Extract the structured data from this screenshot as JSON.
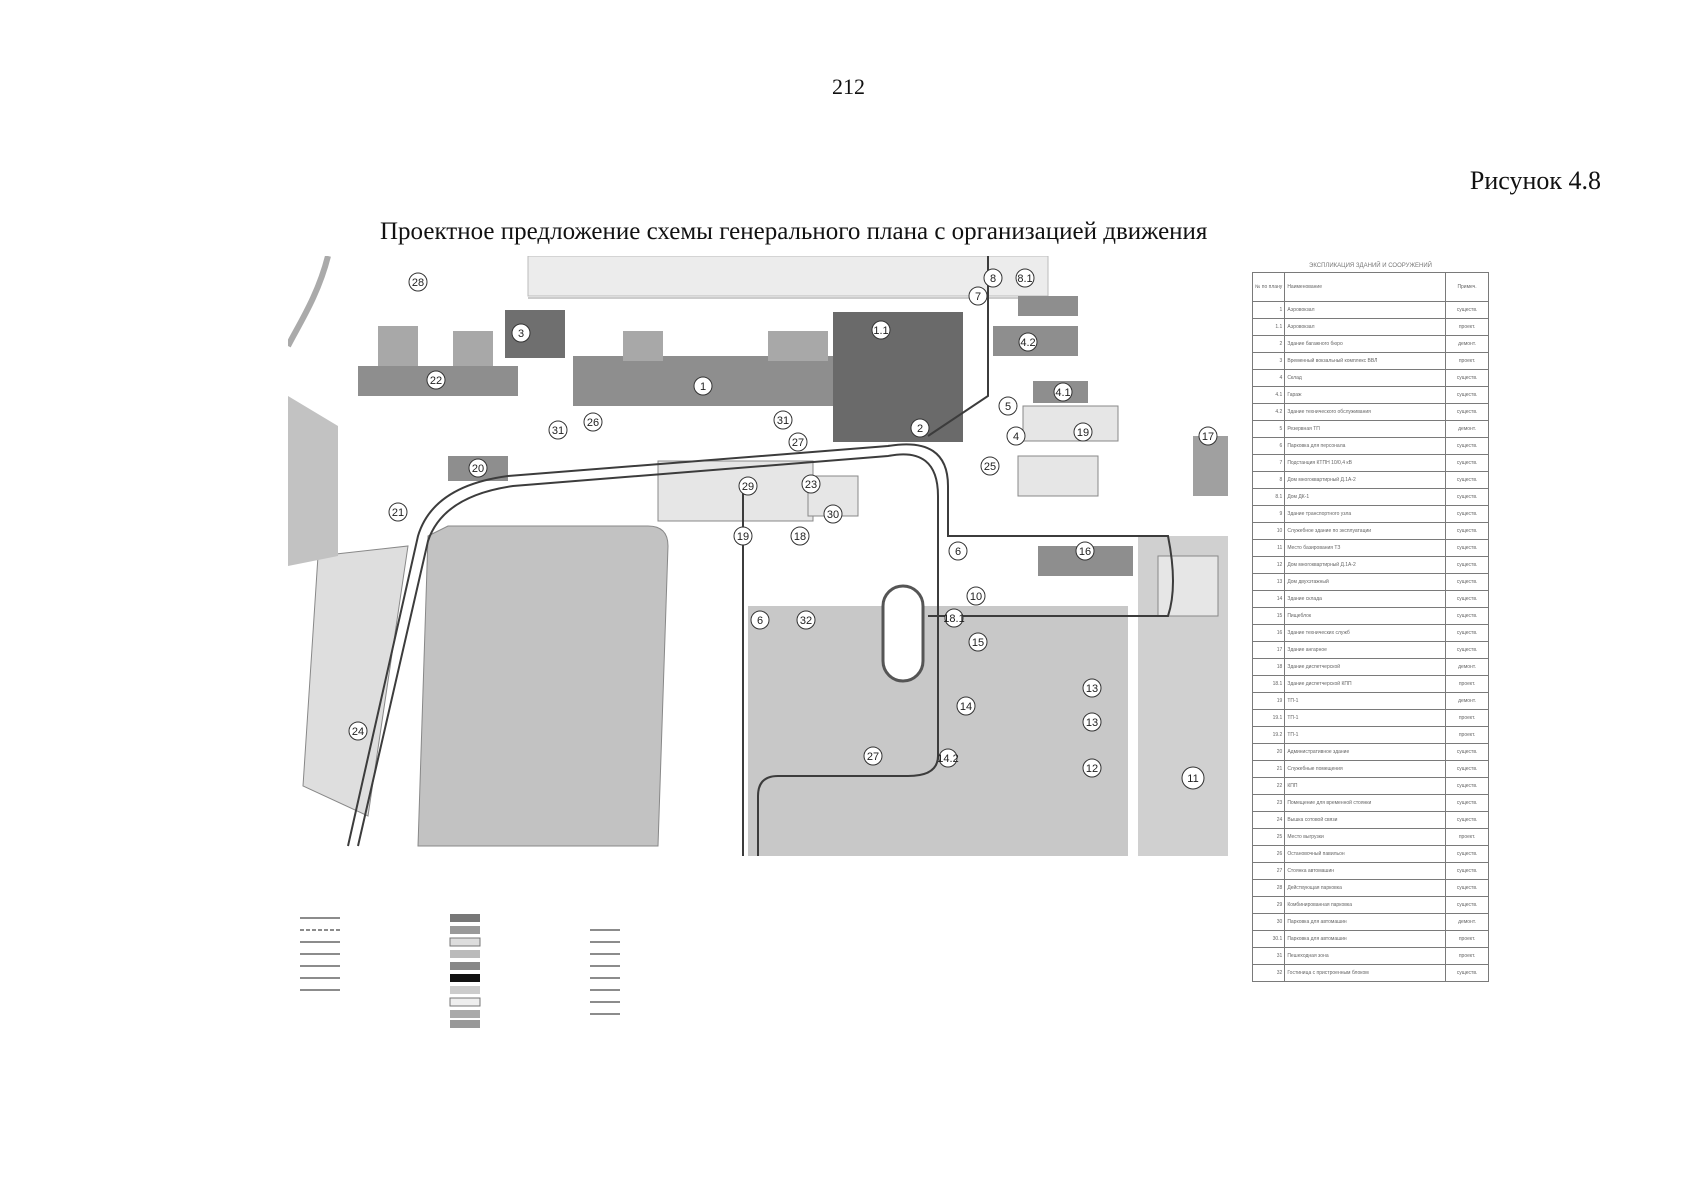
{
  "page": {
    "number": "212",
    "figure_label": "Рисунок 4.8",
    "caption": "Проектное предложение схемы генерального плана с организацией движения"
  },
  "plan": {
    "colors": {
      "building_dark": "#6f6f6f",
      "building_mid": "#8e8e8e",
      "area_light": "#c2c2c2",
      "area_lighter": "#d6d6d6",
      "road_line": "#3c3c3c",
      "label_circle": "#ffffff"
    },
    "labels": [
      "28",
      "3",
      "1.1",
      "4.2",
      "4.1",
      "22",
      "1",
      "31",
      "26",
      "27",
      "31",
      "2",
      "5",
      "8",
      "8.1",
      "7",
      "20",
      "23",
      "6",
      "25",
      "4",
      "19",
      "17",
      "21",
      "30",
      "29",
      "19",
      "18",
      "32",
      "16",
      "6",
      "10",
      "18.1",
      "15",
      "13",
      "13",
      "14",
      "24",
      "27",
      "14.2",
      "12",
      "11"
    ]
  },
  "explication": {
    "title": "ЭКСПЛИКАЦИЯ ЗДАНИЙ И СООРУЖЕНИЙ",
    "headers": [
      "№ по плану",
      "Наименование",
      "Примеч."
    ],
    "rows": [
      [
        "1",
        "Аэровокзал",
        "существ."
      ],
      [
        "1.1",
        "Аэровокзал",
        "проект."
      ],
      [
        "2",
        "Здание багажного бюро",
        "демонт."
      ],
      [
        "3",
        "Временный вокзальный комплекс ВВЛ",
        "проект."
      ],
      [
        "4",
        "Склад",
        "существ."
      ],
      [
        "4.1",
        "Гараж",
        "существ."
      ],
      [
        "4.2",
        "Здание технического обслуживания",
        "существ."
      ],
      [
        "5",
        "Резервная ТП",
        "демонт."
      ],
      [
        "6",
        "Парковка для персонала",
        "существ."
      ],
      [
        "7",
        "Подстанция КТПН 10/0,4 кВ",
        "существ."
      ],
      [
        "8",
        "Дом многоквартирный Д.1А-2",
        "существ."
      ],
      [
        "8.1",
        "Дом ДК-1",
        "существ."
      ],
      [
        "9",
        "Здание транспортного узла",
        "существ."
      ],
      [
        "10",
        "Служебное здание по эксплуатации",
        "существ."
      ],
      [
        "11",
        "Место базирования ТЗ",
        "существ."
      ],
      [
        "12",
        "Дом многоквартирный Д.1А-2",
        "существ."
      ],
      [
        "13",
        "Дом двухэтажный",
        "существ."
      ],
      [
        "14",
        "Здание склада",
        "существ."
      ],
      [
        "15",
        "Пищеблок",
        "существ."
      ],
      [
        "16",
        "Здание технических служб",
        "существ."
      ],
      [
        "17",
        "Здание ангарное",
        "существ."
      ],
      [
        "18",
        "Здание диспетчерской",
        "демонт."
      ],
      [
        "18.1",
        "Здание диспетчерской КПП",
        "проект."
      ],
      [
        "19",
        "ТП-1",
        "демонт."
      ],
      [
        "19.1",
        "ТП-1",
        "проект."
      ],
      [
        "19.2",
        "ТП-1",
        "проект."
      ],
      [
        "20",
        "Административное здание",
        "существ."
      ],
      [
        "21",
        "Служебные помещения",
        "существ."
      ],
      [
        "22",
        "КПП",
        "существ."
      ],
      [
        "23",
        "Помещение для временной стоянки",
        "существ."
      ],
      [
        "24",
        "Вышка сотовой связи",
        "существ."
      ],
      [
        "25",
        "Место выгрузки",
        "проект."
      ],
      [
        "26",
        "Остановочный павильон",
        "существ."
      ],
      [
        "27",
        "Стоянка автомашин",
        "существ."
      ],
      [
        "28",
        "Действующая парковка",
        "существ."
      ],
      [
        "29",
        "Комбинированная парковка",
        "существ."
      ],
      [
        "30",
        "Парковка для автомашин",
        "демонт."
      ],
      [
        "30.1",
        "Парковка для автомашин",
        "проект."
      ],
      [
        "31",
        "Пешеходная зона",
        "проект."
      ],
      [
        "32",
        "Гостиница с пристроенным блоком",
        "существ."
      ]
    ]
  }
}
